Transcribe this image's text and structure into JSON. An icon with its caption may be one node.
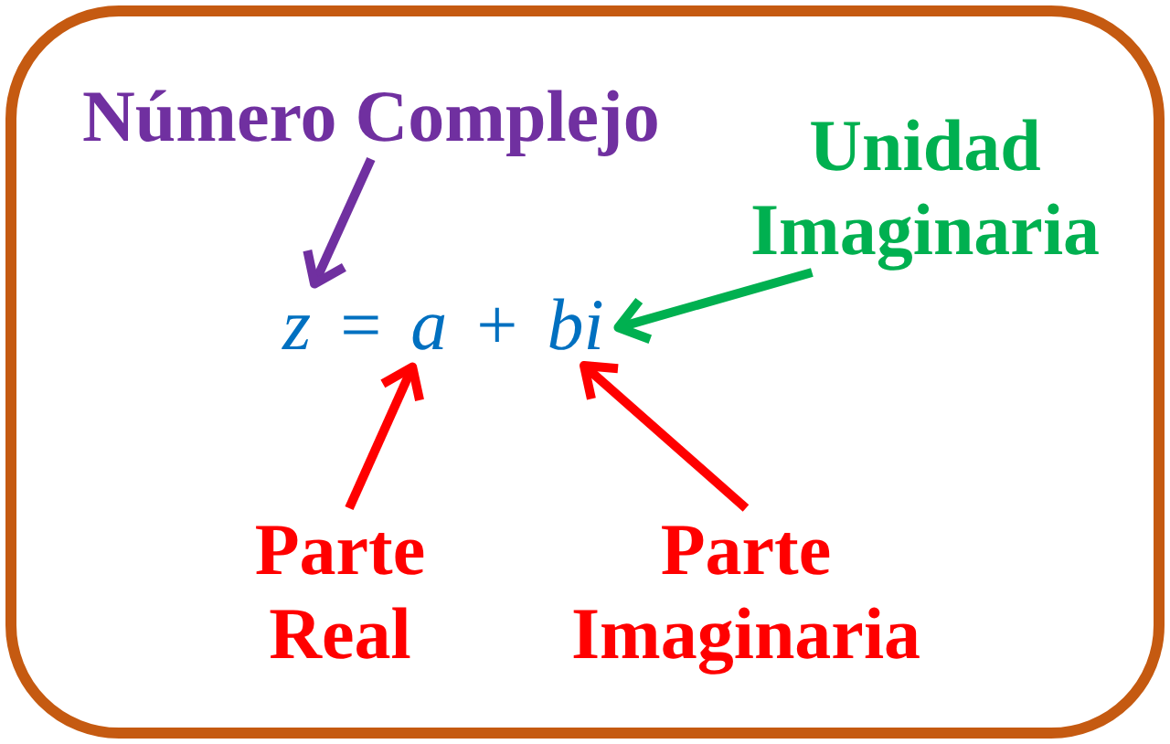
{
  "diagram": {
    "nodes": [
      {
        "text": [],
        "shape": "box"
      },
      {
        "text": [
          "Número Complejo"
        ],
        "in": 0
      },
      {
        "text": [
          "Unidad Imaginaria"
        ],
        "in": 0
      },
      {
        "text": [
          "*z* = *a* + *bi*"
        ],
        "in": 0
      },
      {
        "text": [
          "Parte Real"
        ],
        "in": 0
      },
      {
        "text": [
          "Parte Imaginaria"
        ],
        "in": 0
      }
    ],
    "edges": [
      {
        "from": 1,
        "to": 3,
        "arrow": "to",
        "color": "#7030a0"
      },
      {
        "from": 2,
        "to": 3,
        "arrow": "to",
        "color": "#00b050"
      },
      {
        "from": 4,
        "to": 3,
        "arrow": "to"
      },
      {
        "from": 5,
        "to": 3,
        "arrow": "to"
      }
    ]
  }
}
